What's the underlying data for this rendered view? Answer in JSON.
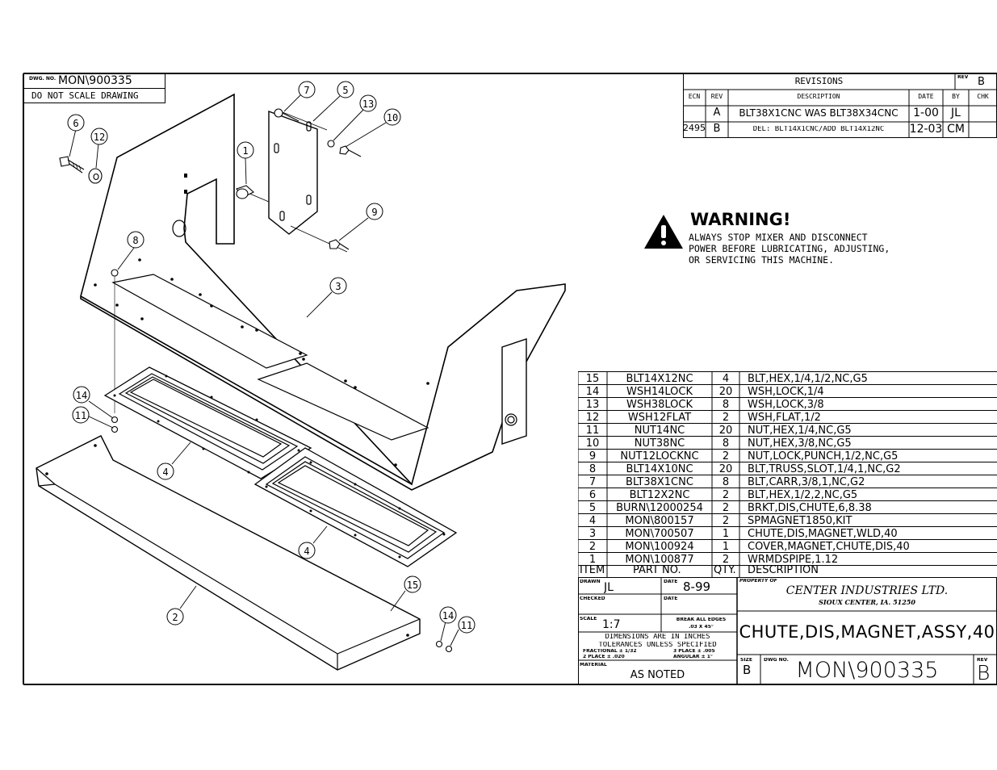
{
  "drawing_number_box": {
    "label": "DWG. NO.",
    "value": "MON\\900335",
    "note": "DO NOT SCALE DRAWING"
  },
  "revisions": {
    "title": "REVISIONS",
    "rev_label": "REV",
    "rev_value": "B",
    "headers": [
      "ECN",
      "REV",
      "DESCRIPTION",
      "DATE",
      "BY",
      "CHK"
    ],
    "rows": [
      {
        "ecn": "",
        "rev": "A",
        "description": "BLT38X1CNC WAS BLT38X34CNC",
        "date": "1-00",
        "by": "JL",
        "chk": ""
      },
      {
        "ecn": "2495",
        "rev": "B",
        "description": "DEL: BLT14X1CNC/ADD BLT14X12NC",
        "date": "12-03",
        "by": "CM",
        "chk": ""
      }
    ]
  },
  "warning": {
    "title": "WARNING!",
    "lines": [
      "ALWAYS STOP MIXER AND DISCONNECT",
      "POWER BEFORE LUBRICATING, ADJUSTING,",
      "OR SERVICING THIS MACHINE."
    ]
  },
  "bom": {
    "headers": {
      "item": "ITEM",
      "part": "PART NO.",
      "qty": "QTY.",
      "desc": "DESCRIPTION"
    },
    "rows": [
      {
        "item": "15",
        "part": "BLT14X12NC",
        "qty": "4",
        "desc": "BLT,HEX,1/4,1/2,NC,G5"
      },
      {
        "item": "14",
        "part": "WSH14LOCK",
        "qty": "20",
        "desc": "WSH,LOCK,1/4"
      },
      {
        "item": "13",
        "part": "WSH38LOCK",
        "qty": "8",
        "desc": "WSH,LOCK,3/8"
      },
      {
        "item": "12",
        "part": "WSH12FLAT",
        "qty": "2",
        "desc": "WSH,FLAT,1/2"
      },
      {
        "item": "11",
        "part": "NUT14NC",
        "qty": "20",
        "desc": "NUT,HEX,1/4,NC,G5"
      },
      {
        "item": "10",
        "part": "NUT38NC",
        "qty": "8",
        "desc": "NUT,HEX,3/8,NC,G5"
      },
      {
        "item": "9",
        "part": "NUT12LOCKNC",
        "qty": "2",
        "desc": "NUT,LOCK,PUNCH,1/2,NC,G5"
      },
      {
        "item": "8",
        "part": "BLT14X10NC",
        "qty": "20",
        "desc": "BLT,TRUSS,SLOT,1/4,1,NC,G2"
      },
      {
        "item": "7",
        "part": "BLT38X1CNC",
        "qty": "8",
        "desc": "BLT,CARR,3/8,1,NC,G2"
      },
      {
        "item": "6",
        "part": "BLT12X2NC",
        "qty": "2",
        "desc": "BLT,HEX,1/2,2,NC,G5"
      },
      {
        "item": "5",
        "part": "BURN\\12000254",
        "qty": "2",
        "desc": "BRKT,DIS,CHUTE,6,8.38"
      },
      {
        "item": "4",
        "part": "MON\\800157",
        "qty": "2",
        "desc": "SPMAGNET1850,KIT"
      },
      {
        "item": "3",
        "part": "MON\\700507",
        "qty": "1",
        "desc": "CHUTE,DIS,MAGNET,WLD,40"
      },
      {
        "item": "2",
        "part": "MON\\100924",
        "qty": "1",
        "desc": "COVER,MAGNET,CHUTE,DIS,40"
      },
      {
        "item": "1",
        "part": "MON\\100877",
        "qty": "2",
        "desc": "WRMDSPIPE,1.12"
      }
    ]
  },
  "title_block": {
    "drawn_label": "DRAWN",
    "drawn_value": "JL",
    "date_label": "DATE",
    "date_value": "8-99",
    "checked_label": "CHECKED",
    "checked_date_label": "DATE",
    "property_label": "PROPERTY OF",
    "company": "CENTER INDUSTRIES LTD.",
    "location": "SIOUX CENTER, IA. 51250",
    "scale_label": "SCALE",
    "scale_value": "1:7",
    "break_edges_line1": "BREAK ALL EDGES",
    "break_edges_line2": ".03 X 45°",
    "title": "CHUTE,DIS,MAGNET,ASSY,40",
    "tolerance_lines": [
      "DIMENSIONS ARE IN INCHES",
      "TOLERANCES UNLESS SPECIFIED"
    ],
    "tol_fractional": "FRACTIONAL ± 1/32",
    "tol_3place": "3 PLACE ± .005",
    "tol_2place": "2 PLACE ± .020",
    "tol_angular": "ANGULAR ± 1°",
    "material_label": "MATERIAL",
    "material_value": "AS NOTED",
    "size_label": "SIZE",
    "size_value": "B",
    "dwg_label": "DWG NO.",
    "dwg_value": "MON\\900335",
    "rev_label": "REV",
    "rev_value": "B"
  },
  "balloons": [
    "7",
    "5",
    "13",
    "10",
    "6",
    "12",
    "1",
    "9",
    "8",
    "3",
    "14",
    "11",
    "4",
    "4",
    "15",
    "2",
    "14",
    "11"
  ]
}
